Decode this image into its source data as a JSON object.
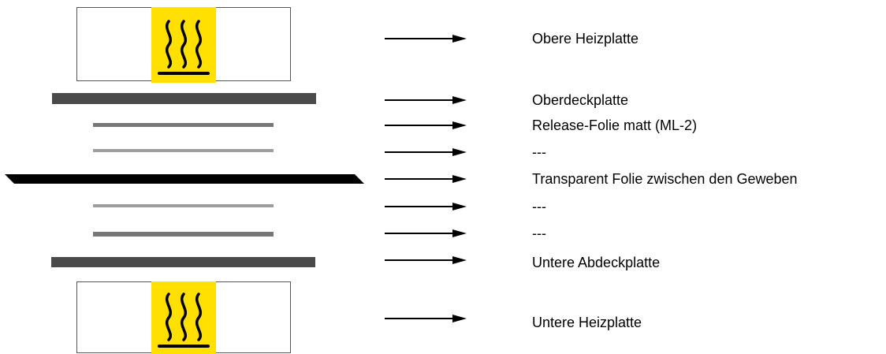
{
  "diagram": {
    "top_heater": {
      "icon": "hot-surface-warning-icon",
      "label": "Obere Heizplatte"
    },
    "bottom_heater": {
      "icon": "hot-surface-warning-icon",
      "label": "Untere Heizplatte"
    },
    "layers": [
      {
        "label": "Oberdeckplatte"
      },
      {
        "label": "Release-Folie matt (ML-2)"
      },
      {
        "label": "---"
      },
      {
        "label": "Transparent Folie zwischen den Geweben"
      },
      {
        "label": "---"
      },
      {
        "label": "---"
      },
      {
        "label": "Untere Abdeckplatte"
      }
    ],
    "colors": {
      "warning_yellow": "#FFE000",
      "dark_plate": "#4a4a4a",
      "mid_film": "#777777",
      "light_film": "#9e9e9e",
      "transparent_film": "#000000"
    }
  }
}
